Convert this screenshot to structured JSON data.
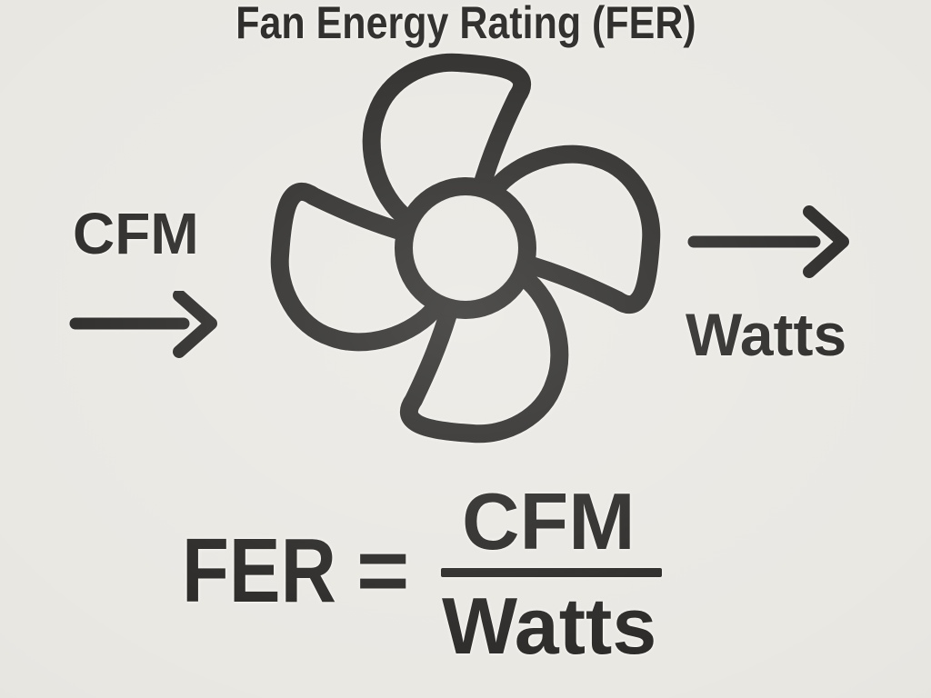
{
  "page": {
    "background_color": "#e9e7e2",
    "ink_color": "#232220",
    "halo_color": "#f8f7f4"
  },
  "title": {
    "text": "Fan Energy Rating (FER)"
  },
  "diagram": {
    "input_label": "CFM",
    "output_label": "Watts",
    "icons": {
      "fan": "fan-blades-icon",
      "input_arrow": "arrow-right-icon",
      "output_arrow": "arrow-right-icon"
    }
  },
  "formula": {
    "lhs": "FER",
    "equals": "=",
    "numerator": "CFM",
    "denominator": "Watts"
  }
}
